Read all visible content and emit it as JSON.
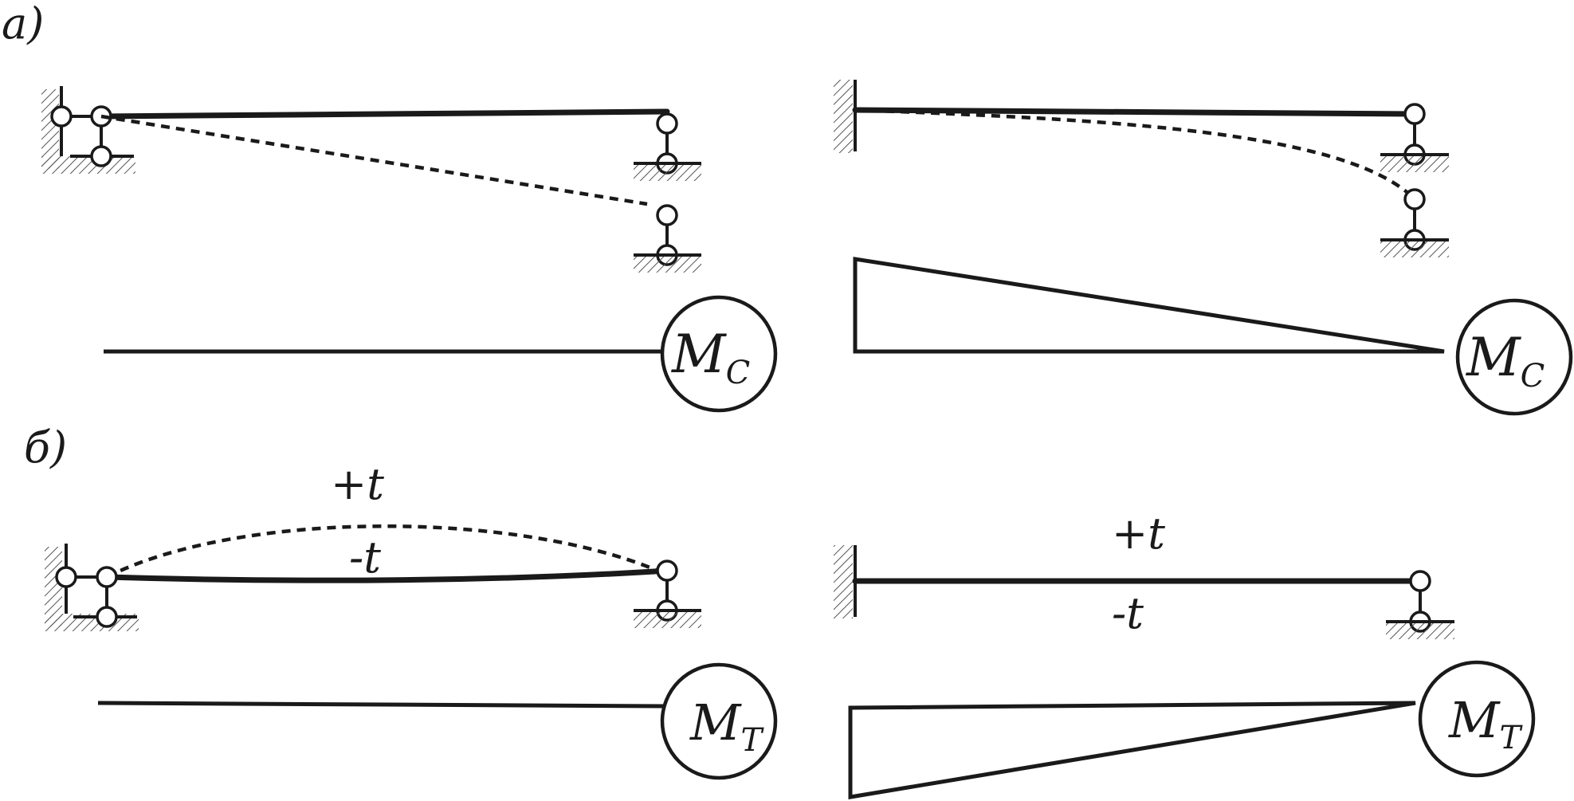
{
  "panels": {
    "a": {
      "label": "а)"
    },
    "b": {
      "label": "б)"
    }
  },
  "moments": {
    "mc": {
      "main": "M",
      "sub": "C"
    },
    "mt": {
      "main": "M",
      "sub": "T"
    }
  },
  "temperature": {
    "plus": "+t",
    "minus": "-t"
  }
}
